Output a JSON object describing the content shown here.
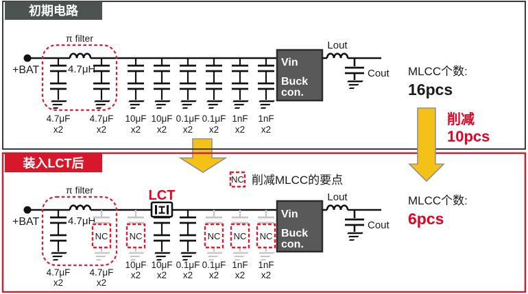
{
  "colors": {
    "accent_red": "#d7182b",
    "dashed_red": "#e8192c",
    "header_dark": "#4d5350",
    "arrow_yellow": "#f4c117",
    "buck_gray": "#595959",
    "inactive_gray": "#c6c6c6"
  },
  "top": {
    "tab": "初期电路",
    "pi_filter": "π filter",
    "bat": "+BAT",
    "inductor": "4.7μH",
    "caps": [
      {
        "v": "4.7μF",
        "q": "x2"
      },
      {
        "v": "4.7μF",
        "q": "x2"
      },
      {
        "v": "10μF",
        "q": "x2"
      },
      {
        "v": "10μF",
        "q": "x2"
      },
      {
        "v": "0.1μF",
        "q": "x2"
      },
      {
        "v": "0.1μF",
        "q": "x2"
      },
      {
        "v": "1nF",
        "q": "x2"
      },
      {
        "v": "1nF",
        "q": "x2"
      }
    ],
    "buck": {
      "vin": "Vin",
      "l1": "Buck",
      "l2": "con."
    },
    "lout": "Lout",
    "cout": "Cout",
    "mlcc_label": "MLCC个数:",
    "mlcc_count": "16pcs"
  },
  "reduction": {
    "l1": "削减",
    "l2": "10pcs"
  },
  "bottom": {
    "tab": "装入LCT后",
    "legend_text": "削减MLCC的要点",
    "nc": "NC",
    "lct": "LCT",
    "pi_filter": "π filter",
    "bat": "+BAT",
    "inductor": "4.7μH",
    "caps": [
      {
        "v": "4.7μF",
        "q": "x2"
      },
      {
        "v": "4.7μF",
        "q": "x2"
      },
      {
        "v": "10μF",
        "q": "x2"
      },
      {
        "v": "10μF",
        "q": "x2"
      },
      {
        "v": "0.1μF",
        "q": "x2"
      },
      {
        "v": "0.1μF",
        "q": "x2"
      },
      {
        "v": "1nF",
        "q": "x2"
      },
      {
        "v": "1nF",
        "q": "x2"
      }
    ],
    "buck": {
      "vin": "Vin",
      "l1": "Buck",
      "l2": "con."
    },
    "lout": "Lout",
    "cout": "Cout",
    "mlcc_label": "MLCC个数:",
    "mlcc_count": "6pcs"
  }
}
